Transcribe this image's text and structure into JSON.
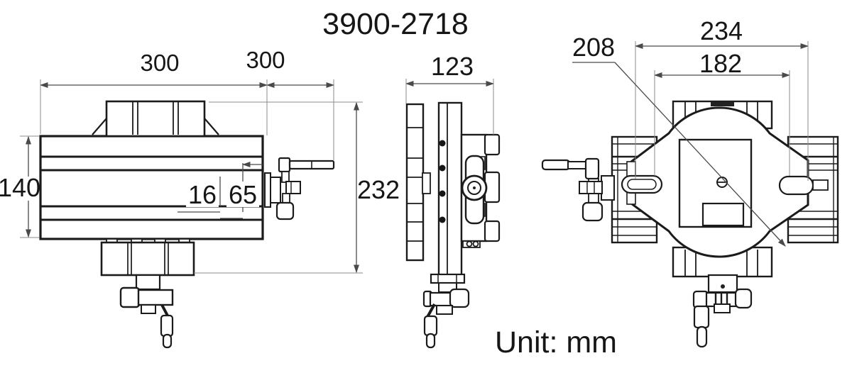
{
  "title": "3900-2718",
  "unit_label": "Unit: mm",
  "dimensions": {
    "front_table_width": "300",
    "front_travel": "300",
    "front_table_height": "140",
    "front_t_slot_width": "16",
    "front_t_slot_pitch": "65",
    "front_overall_height": "232",
    "side_overall_depth": "123",
    "top_overall_width": "234",
    "top_inner_width": "182",
    "top_swivel_base": "208"
  },
  "colors": {
    "outline": "#1b1b1b",
    "dimension_line": "#4a4a4a",
    "background": "#ffffff"
  }
}
